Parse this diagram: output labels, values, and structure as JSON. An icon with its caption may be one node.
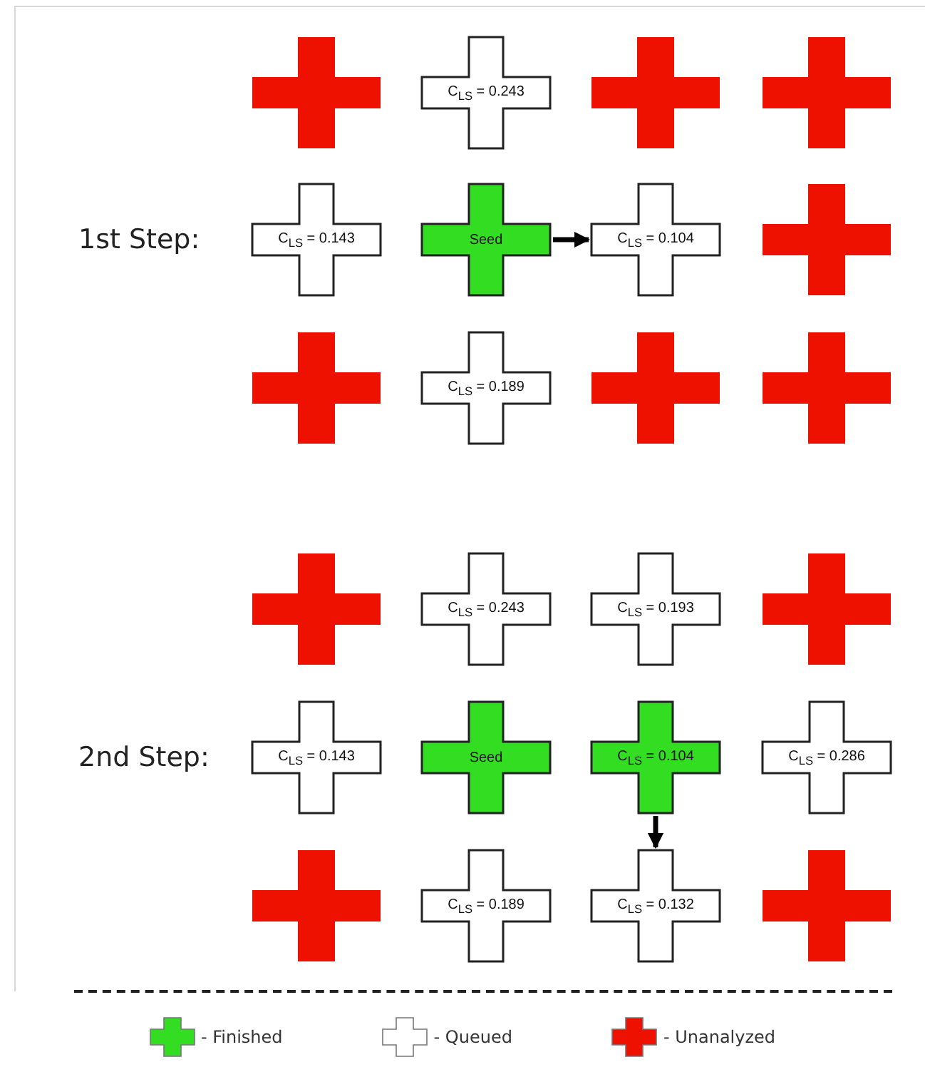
{
  "diagram": {
    "nodes": [
      {
        "text": [],
        "shape": "cross"
      },
      {
        "text": [
          "C$_{LS}$ = 0.243"
        ]
      },
      {
        "text": [],
        "shape": "cross"
      },
      {
        "text": [],
        "shape": "cross"
      },
      {
        "text": [
          "C$_{LS}$ = 0.143"
        ]
      },
      {
        "text": [
          "Seed"
        ]
      },
      {
        "text": [
          "C$_{LS}$ = 0.104"
        ]
      },
      {
        "text": [],
        "shape": "cross"
      },
      {
        "text": [],
        "shape": "cross"
      },
      {
        "text": [
          "C$_{LS}$ = 0.189"
        ]
      },
      {
        "text": [],
        "shape": "cross"
      },
      {
        "text": [],
        "shape": "cross"
      },
      {
        "text": [],
        "shape": "cross"
      },
      {
        "text": [
          "C$_{LS}$ = 0.243"
        ]
      },
      {
        "text": [
          "C$_{LS}$ = 0.193"
        ]
      },
      {
        "text": [],
        "shape": "cross"
      },
      {
        "text": [
          "C$_{LS}$ = 0.143"
        ]
      },
      {
        "text": [
          "Seed"
        ]
      },
      {
        "text": [
          "C$_{LS}$ = 0.104"
        ]
      },
      {
        "text": [
          "C$_{LS}$ = 0.286"
        ]
      },
      {
        "text": [],
        "shape": "cross"
      },
      {
        "text": [
          "C$_{LS}$ = 0.189"
        ]
      },
      {
        "text": [
          "C$_{LS}$ = 0.132"
        ]
      },
      {
        "text": [],
        "shape": "cross"
      }
    ],
    "edges": [
      {
        "from": 5,
        "to": 6,
        "arrow": "to"
      },
      {
        "from": 18,
        "to": 22,
        "arrow": "to"
      }
    ],
    "labels": [
      "1st Step:",
      "2nd Step:"
    ],
    "legend": [
      {
        "text": "- Finished",
        "color": "#33dd22"
      },
      {
        "text": "- Queued"
      },
      {
        "text": "- Unanalyzed",
        "color": "#ee1100"
      }
    ]
  }
}
